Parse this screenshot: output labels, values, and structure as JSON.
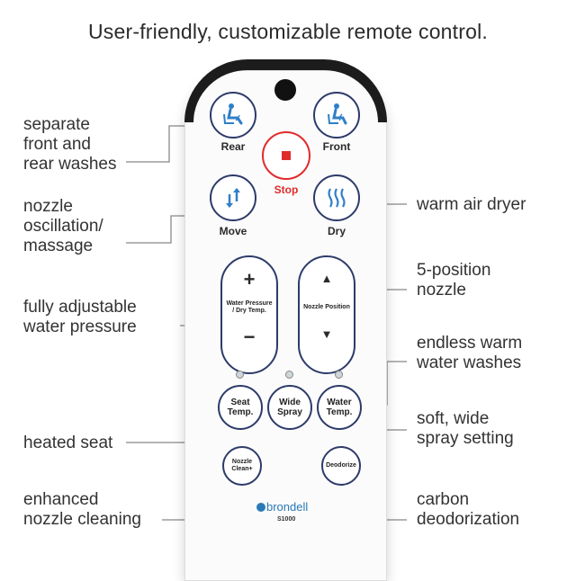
{
  "headline": "User-friendly, customizable remote control.",
  "callouts": {
    "front_rear": [
      "separate",
      "front and",
      "rear washes"
    ],
    "oscillation": [
      "nozzle",
      "oscillation/",
      "massage"
    ],
    "pressure": [
      "fully adjustable",
      "water pressure"
    ],
    "heated_seat": [
      "heated seat"
    ],
    "nozzle_clean": [
      "enhanced",
      "nozzle cleaning"
    ],
    "dryer": [
      "warm air dryer"
    ],
    "nozzle_pos": [
      "5-position",
      "nozzle"
    ],
    "warm_water": [
      "endless warm",
      "water washes"
    ],
    "wide_spray": [
      "soft, wide",
      "spray setting"
    ],
    "deodor": [
      "carbon",
      "deodorization"
    ]
  },
  "remote": {
    "rear": "Rear",
    "front": "Front",
    "stop": "Stop",
    "move": "Move",
    "dry": "Dry",
    "pressure_line1": "Water Pressure",
    "pressure_line2": "/ Dry Temp.",
    "nozzle_position": "Nozzle Position",
    "plus": "+",
    "minus": "−",
    "up": "▲",
    "down": "▼",
    "seat_l1": "Seat",
    "seat_l2": "Temp.",
    "wide_l1": "Wide",
    "wide_l2": "Spray",
    "water_l1": "Water",
    "water_l2": "Temp.",
    "clean_l1": "Nozzle",
    "clean_l2": "Clean+",
    "deodorize": "Deodorize",
    "brand": "brondell",
    "model": "S1000"
  },
  "colors": {
    "button_border": "#2d3b6a",
    "stop": "#e02b2b",
    "icon_blue": "#2f7fc8",
    "brand": "#2a7ab8"
  }
}
